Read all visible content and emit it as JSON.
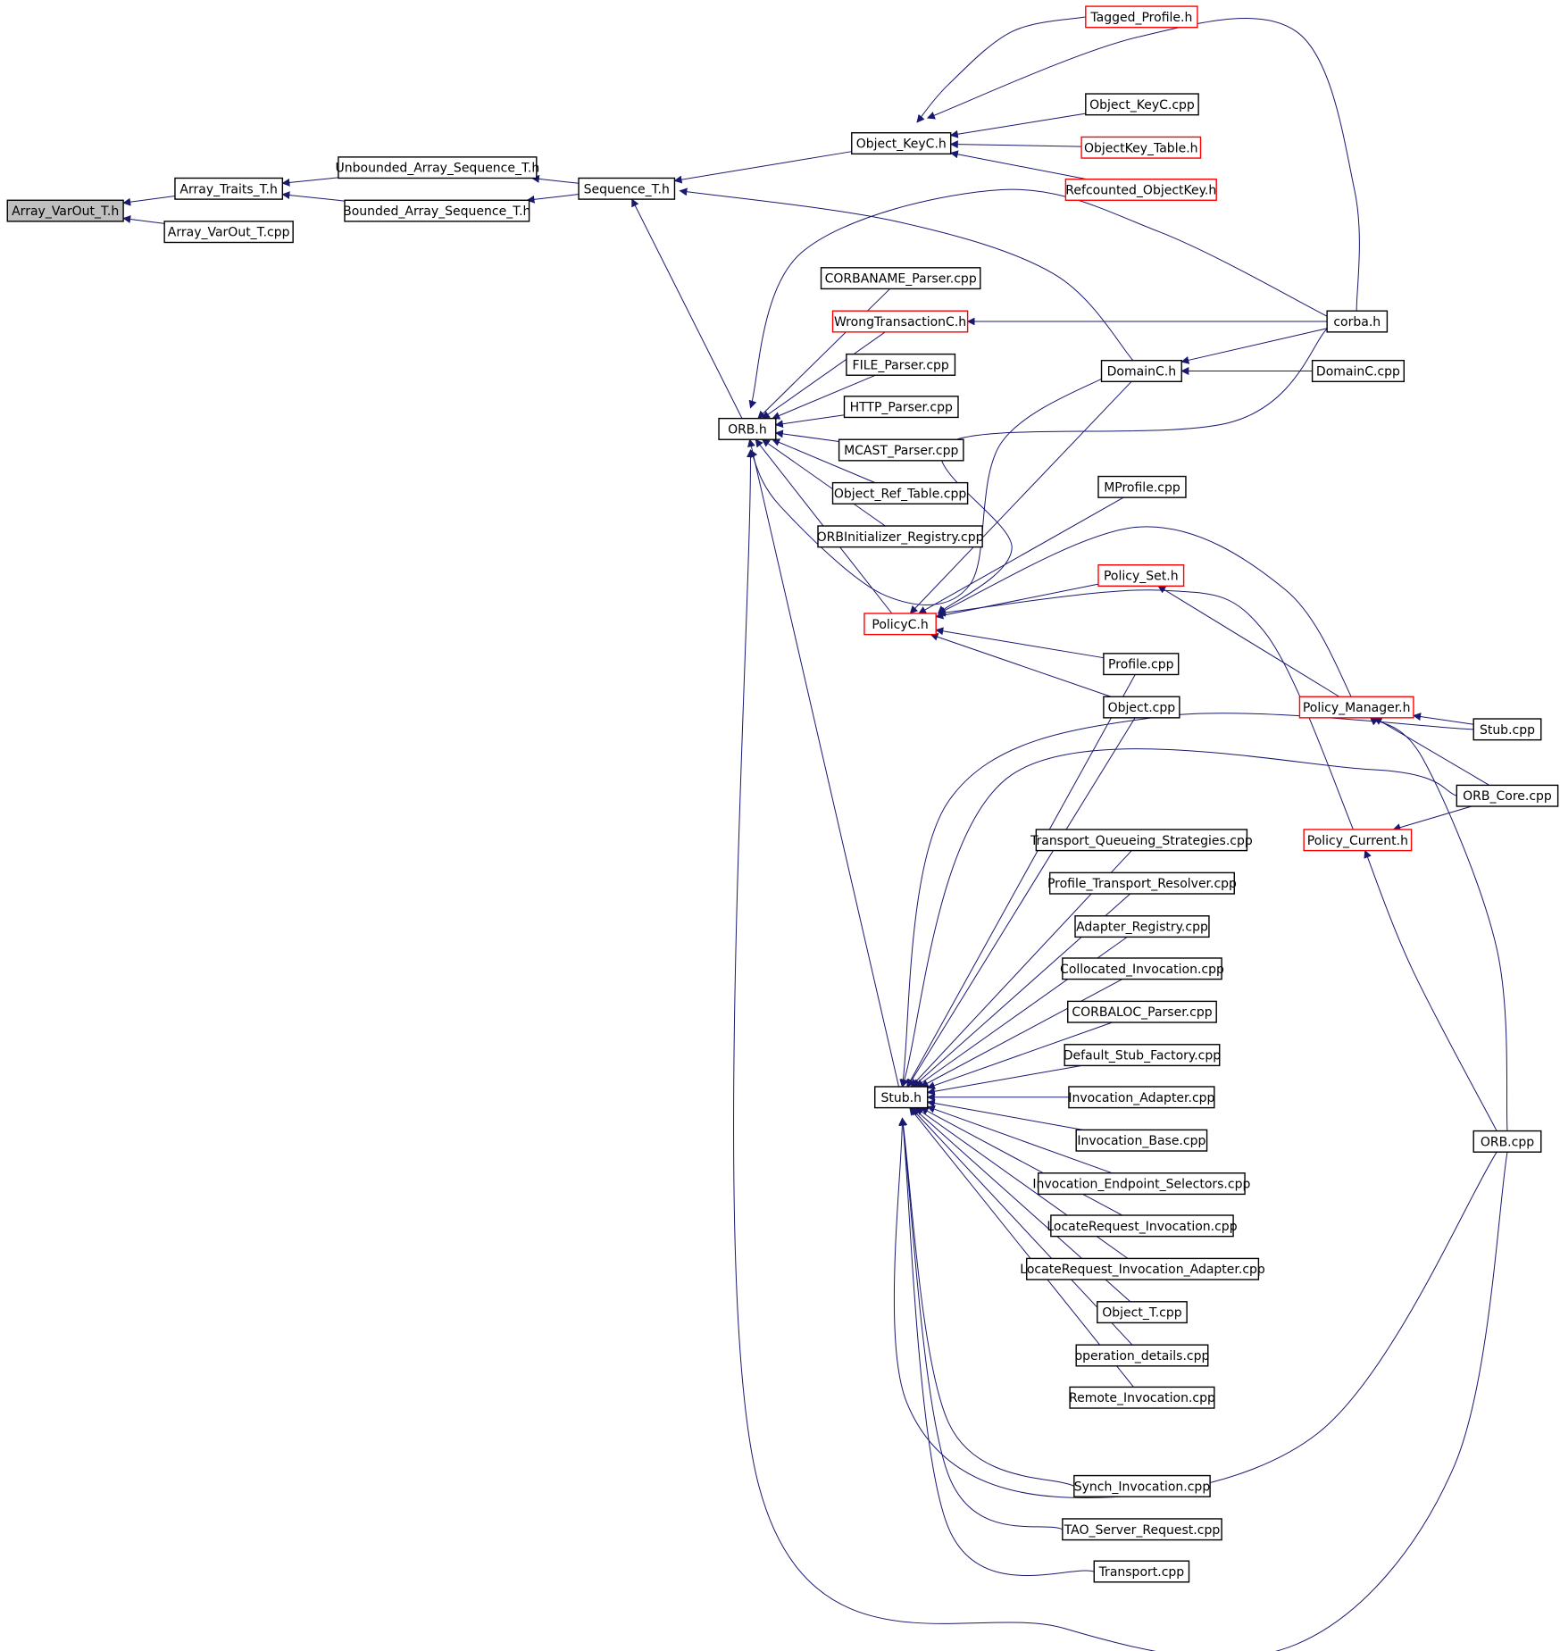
{
  "colors": {
    "edge": "#191970",
    "normal_border": "#000000",
    "truncated_border": "#ff0000",
    "selected_fill": "#bfbfbf"
  },
  "nodes": [
    {
      "id": "array_varout_t_h",
      "label": "Array_VarOut_T.h",
      "style": "selected"
    },
    {
      "id": "array_traits_t_h",
      "label": "Array_Traits_T.h",
      "style": "normal"
    },
    {
      "id": "array_varout_t_cpp",
      "label": "Array_VarOut_T.cpp",
      "style": "normal"
    },
    {
      "id": "unbounded_array_sequence_t_h",
      "label": "Unbounded_Array_Sequence_T.h",
      "style": "normal"
    },
    {
      "id": "bounded_array_sequence_t_h",
      "label": "Bounded_Array_Sequence_T.h",
      "style": "normal"
    },
    {
      "id": "sequence_t_h",
      "label": "Sequence_T.h",
      "style": "normal"
    },
    {
      "id": "object_keyc_h",
      "label": "Object_KeyC.h",
      "style": "normal"
    },
    {
      "id": "tagged_profile_h",
      "label": "Tagged_Profile.h",
      "style": "truncated"
    },
    {
      "id": "object_keyc_cpp",
      "label": "Object_KeyC.cpp",
      "style": "normal"
    },
    {
      "id": "objectkey_table_h",
      "label": "ObjectKey_Table.h",
      "style": "truncated"
    },
    {
      "id": "refcounted_objectkey_h",
      "label": "Refcounted_ObjectKey.h",
      "style": "truncated"
    },
    {
      "id": "corbaname_parser_cpp",
      "label": "CORBANAME_Parser.cpp",
      "style": "normal"
    },
    {
      "id": "wrongtransactionc_h",
      "label": "WrongTransactionC.h",
      "style": "truncated"
    },
    {
      "id": "corba_h",
      "label": "corba.h",
      "style": "normal"
    },
    {
      "id": "file_parser_cpp",
      "label": "FILE_Parser.cpp",
      "style": "normal"
    },
    {
      "id": "domainc_h",
      "label": "DomainC.h",
      "style": "normal"
    },
    {
      "id": "domainc_cpp",
      "label": "DomainC.cpp",
      "style": "normal"
    },
    {
      "id": "http_parser_cpp",
      "label": "HTTP_Parser.cpp",
      "style": "normal"
    },
    {
      "id": "orb_h",
      "label": "ORB.h",
      "style": "normal"
    },
    {
      "id": "mcast_parser_cpp",
      "label": "MCAST_Parser.cpp",
      "style": "normal"
    },
    {
      "id": "object_ref_table_cpp",
      "label": "Object_Ref_Table.cpp",
      "style": "normal"
    },
    {
      "id": "mprofile_cpp",
      "label": "MProfile.cpp",
      "style": "normal"
    },
    {
      "id": "orbinitializer_registry_cpp",
      "label": "ORBInitializer_Registry.cpp",
      "style": "normal"
    },
    {
      "id": "policy_set_h",
      "label": "Policy_Set.h",
      "style": "truncated"
    },
    {
      "id": "policyc_h",
      "label": "PolicyC.h",
      "style": "truncated"
    },
    {
      "id": "profile_cpp",
      "label": "Profile.cpp",
      "style": "normal"
    },
    {
      "id": "policy_manager_h",
      "label": "Policy_Manager.h",
      "style": "truncated"
    },
    {
      "id": "object_cpp",
      "label": "Object.cpp",
      "style": "normal"
    },
    {
      "id": "stub_cpp",
      "label": "Stub.cpp",
      "style": "normal"
    },
    {
      "id": "orb_core_cpp",
      "label": "ORB_Core.cpp",
      "style": "normal"
    },
    {
      "id": "transport_queueing_strategies_cpp",
      "label": "Transport_Queueing_Strategies.cpp",
      "style": "normal"
    },
    {
      "id": "policy_current_h",
      "label": "Policy_Current.h",
      "style": "truncated"
    },
    {
      "id": "profile_transport_resolver_cpp",
      "label": "Profile_Transport_Resolver.cpp",
      "style": "normal"
    },
    {
      "id": "adapter_registry_cpp",
      "label": "Adapter_Registry.cpp",
      "style": "normal"
    },
    {
      "id": "collocated_invocation_cpp",
      "label": "Collocated_Invocation.cpp",
      "style": "normal"
    },
    {
      "id": "corbaloc_parser_cpp",
      "label": "CORBALOC_Parser.cpp",
      "style": "normal"
    },
    {
      "id": "default_stub_factory_cpp",
      "label": "Default_Stub_Factory.cpp",
      "style": "normal"
    },
    {
      "id": "stub_h",
      "label": "Stub.h",
      "style": "normal"
    },
    {
      "id": "invocation_adapter_cpp",
      "label": "Invocation_Adapter.cpp",
      "style": "normal"
    },
    {
      "id": "orb_cpp",
      "label": "ORB.cpp",
      "style": "normal"
    },
    {
      "id": "invocation_base_cpp",
      "label": "Invocation_Base.cpp",
      "style": "normal"
    },
    {
      "id": "invocation_endpoint_selectors_cpp",
      "label": "Invocation_Endpoint_Selectors.cpp",
      "style": "normal"
    },
    {
      "id": "locaterequest_invocation_cpp",
      "label": "LocateRequest_Invocation.cpp",
      "style": "normal"
    },
    {
      "id": "locaterequest_invocation_adapter_cpp",
      "label": "LocateRequest_Invocation_Adapter.cpp",
      "style": "normal"
    },
    {
      "id": "object_t_cpp",
      "label": "Object_T.cpp",
      "style": "normal"
    },
    {
      "id": "operation_details_cpp",
      "label": "operation_details.cpp",
      "style": "normal"
    },
    {
      "id": "remote_invocation_cpp",
      "label": "Remote_Invocation.cpp",
      "style": "normal"
    },
    {
      "id": "synch_invocation_cpp",
      "label": "Synch_Invocation.cpp",
      "style": "normal"
    },
    {
      "id": "tao_server_request_cpp",
      "label": "TAO_Server_Request.cpp",
      "style": "normal"
    },
    {
      "id": "transport_cpp",
      "label": "Transport.cpp",
      "style": "normal"
    }
  ],
  "edges": [
    [
      "array_traits_t_h",
      "array_varout_t_h"
    ],
    [
      "array_varout_t_cpp",
      "array_varout_t_h"
    ],
    [
      "unbounded_array_sequence_t_h",
      "array_traits_t_h"
    ],
    [
      "bounded_array_sequence_t_h",
      "array_traits_t_h"
    ],
    [
      "sequence_t_h",
      "unbounded_array_sequence_t_h"
    ],
    [
      "sequence_t_h",
      "bounded_array_sequence_t_h"
    ],
    [
      "object_keyc_h",
      "sequence_t_h"
    ],
    [
      "domainc_h",
      "sequence_t_h"
    ],
    [
      "orb_h",
      "sequence_t_h"
    ],
    [
      "tagged_profile_h",
      "object_keyc_h"
    ],
    [
      "corba_h",
      "object_keyc_h"
    ],
    [
      "object_keyc_cpp",
      "object_keyc_h"
    ],
    [
      "objectkey_table_h",
      "object_keyc_h"
    ],
    [
      "refcounted_objectkey_h",
      "object_keyc_h"
    ],
    [
      "corbaname_parser_cpp",
      "orb_h"
    ],
    [
      "wrongtransactionc_h",
      "orb_h"
    ],
    [
      "file_parser_cpp",
      "orb_h"
    ],
    [
      "http_parser_cpp",
      "orb_h"
    ],
    [
      "mcast_parser_cpp",
      "orb_h"
    ],
    [
      "object_ref_table_cpp",
      "orb_h"
    ],
    [
      "orbinitializer_registry_cpp",
      "orb_h"
    ],
    [
      "policyc_h",
      "orb_h"
    ],
    [
      "corba_h",
      "orb_h"
    ],
    [
      "domainc_h",
      "orb_h"
    ],
    [
      "stub_h",
      "orb_h"
    ],
    [
      "orb_cpp",
      "orb_h"
    ],
    [
      "corba_h",
      "wrongtransactionc_h"
    ],
    [
      "corba_h",
      "domainc_h"
    ],
    [
      "domainc_cpp",
      "domainc_h"
    ],
    [
      "domainc_h",
      "policyc_h"
    ],
    [
      "corba_h",
      "policyc_h"
    ],
    [
      "mprofile_cpp",
      "policyc_h"
    ],
    [
      "policy_set_h",
      "policyc_h"
    ],
    [
      "policy_manager_h",
      "policyc_h"
    ],
    [
      "policy_current_h",
      "policyc_h"
    ],
    [
      "profile_cpp",
      "policyc_h"
    ],
    [
      "object_cpp",
      "policyc_h"
    ],
    [
      "policy_manager_h",
      "policy_set_h"
    ],
    [
      "stub_cpp",
      "policy_manager_h"
    ],
    [
      "orb_core_cpp",
      "policy_manager_h"
    ],
    [
      "orb_cpp",
      "policy_manager_h"
    ],
    [
      "orb_core_cpp",
      "policy_current_h"
    ],
    [
      "orb_cpp",
      "policy_current_h"
    ],
    [
      "profile_cpp",
      "stub_h"
    ],
    [
      "object_cpp",
      "stub_h"
    ],
    [
      "stub_cpp",
      "stub_h"
    ],
    [
      "orb_core_cpp",
      "stub_h"
    ],
    [
      "transport_queueing_strategies_cpp",
      "stub_h"
    ],
    [
      "profile_transport_resolver_cpp",
      "stub_h"
    ],
    [
      "adapter_registry_cpp",
      "stub_h"
    ],
    [
      "collocated_invocation_cpp",
      "stub_h"
    ],
    [
      "corbaloc_parser_cpp",
      "stub_h"
    ],
    [
      "default_stub_factory_cpp",
      "stub_h"
    ],
    [
      "invocation_adapter_cpp",
      "stub_h"
    ],
    [
      "invocation_base_cpp",
      "stub_h"
    ],
    [
      "invocation_endpoint_selectors_cpp",
      "stub_h"
    ],
    [
      "locaterequest_invocation_cpp",
      "stub_h"
    ],
    [
      "locaterequest_invocation_adapter_cpp",
      "stub_h"
    ],
    [
      "object_t_cpp",
      "stub_h"
    ],
    [
      "operation_details_cpp",
      "stub_h"
    ],
    [
      "remote_invocation_cpp",
      "stub_h"
    ],
    [
      "orb_cpp",
      "stub_h"
    ],
    [
      "synch_invocation_cpp",
      "stub_h"
    ],
    [
      "tao_server_request_cpp",
      "stub_h"
    ],
    [
      "transport_cpp",
      "stub_h"
    ]
  ]
}
